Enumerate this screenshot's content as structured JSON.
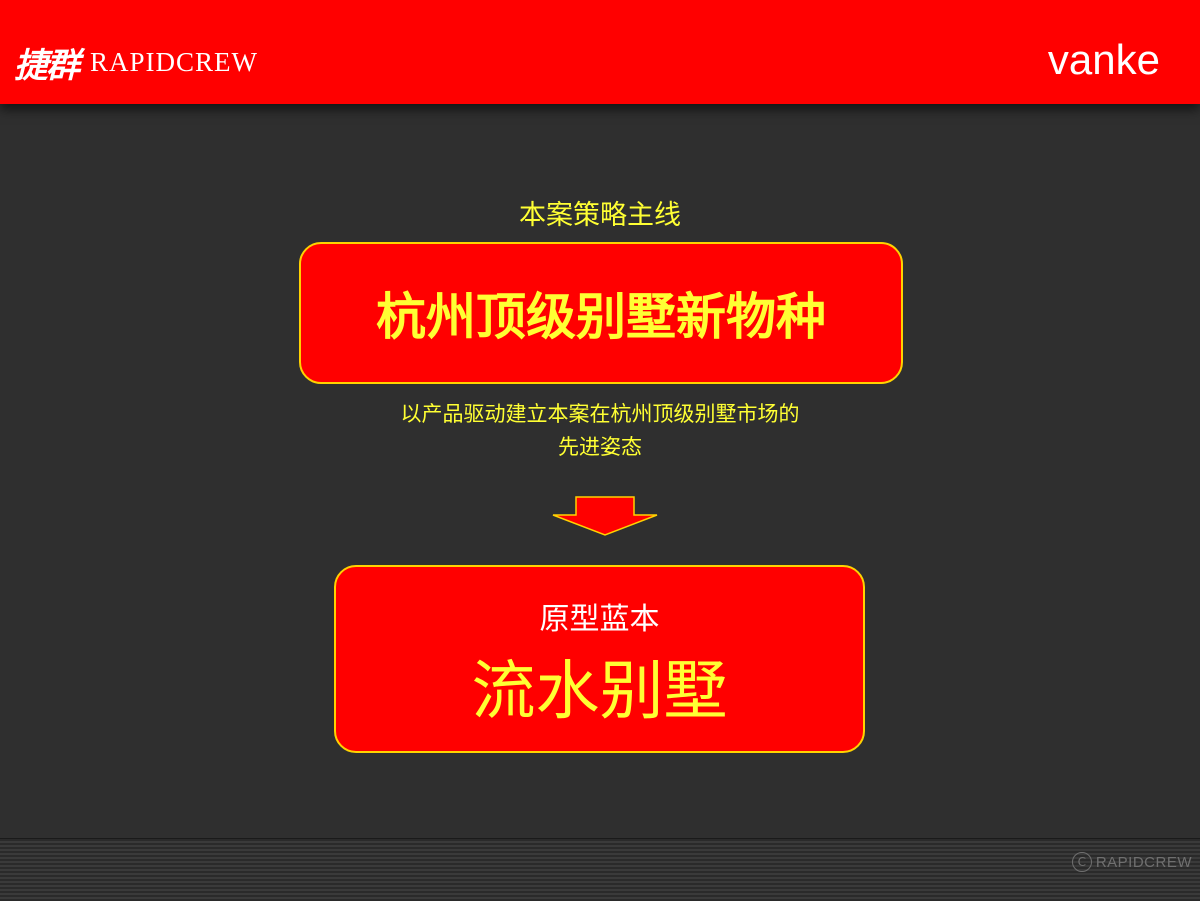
{
  "header": {
    "logo_cn": "捷群",
    "logo_en": "RAPIDCREW",
    "brand_right": "vanke"
  },
  "strategy": {
    "label": "本案策略主线",
    "headline": "杭州顶级别墅新物种",
    "description_line1": "以产品驱动建立本案在杭州顶级别墅市场的",
    "description_line2": "先进姿态"
  },
  "prototype": {
    "label": "原型蓝本",
    "title": "流水别墅"
  },
  "footer": {
    "copyright_symbol": "C",
    "copyright_text": "RAPIDCREW"
  },
  "colors": {
    "header_red": "#ff0000",
    "background": "#2f2f2f",
    "accent_yellow": "#ffff33",
    "box_border": "#ffd200"
  },
  "icons": {
    "arrow": "down-arrow-icon"
  }
}
